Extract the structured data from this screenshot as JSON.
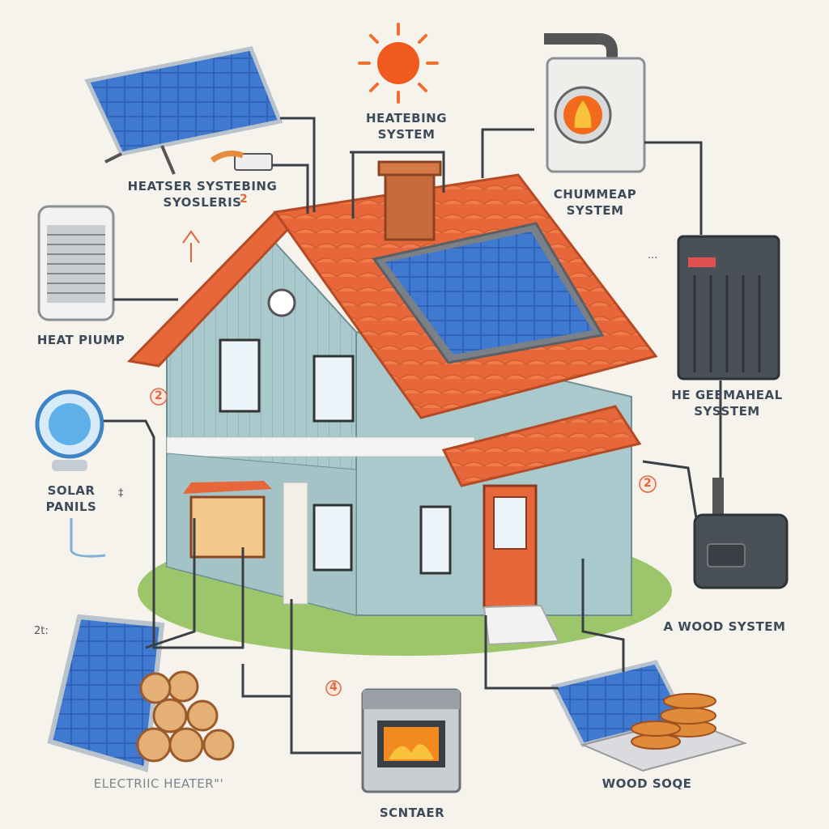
{
  "labels": {
    "heating_system": [
      "HEATEBING",
      "SYSTEM"
    ],
    "heater_systems": [
      "HEATSER SYSTEBING",
      "SYOSLERIS"
    ],
    "chimney_system": [
      "CHUMMEAP",
      "SYSTEM"
    ],
    "heat_pump": "HEAT PIUMP",
    "geothermal_system": [
      "HE GEEMAHEAL",
      "SYSSTEM"
    ],
    "solar_panels": [
      "SOLAR",
      "PANILS"
    ],
    "wood_system": "A  WOOD SYSTEM",
    "electric_heater": "ELECTRIIC HEATER\"'",
    "wood_stove": "WOOD SOQE",
    "center": "SCNTAER"
  },
  "markers": {
    "m1": "2",
    "m2": "2",
    "m3": "2",
    "m4": "4",
    "corner": "2t:",
    "dash": "···",
    "plug": "‡"
  },
  "colors": {
    "roof": "#e8673a",
    "wall": "#a9c9cc",
    "panel": "#2f64b8",
    "accent": "#e0683e",
    "text": "#3d4a5a"
  }
}
